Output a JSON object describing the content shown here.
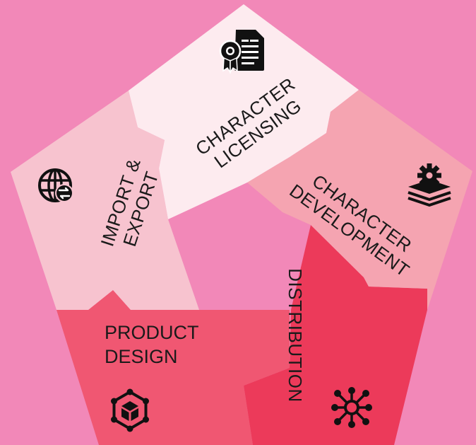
{
  "diagram": {
    "background": "#F288B8",
    "segments": [
      {
        "id": "licensing",
        "lines": [
          "CHARACTER",
          "LICENSING"
        ],
        "color": "#FDEBEF",
        "icon": "certificate-document-icon"
      },
      {
        "id": "development",
        "lines": [
          "CHARACTER",
          "DEVELOPMENT"
        ],
        "color": "#F5A4B1",
        "icon": "layers-gear-icon"
      },
      {
        "id": "distribution",
        "lines": [
          "DISTRIBUTION"
        ],
        "color": "#EC3A5A",
        "icon": "network-hub-icon"
      },
      {
        "id": "product",
        "lines": [
          "PRODUCT",
          "DESIGN"
        ],
        "color": "#F05772",
        "icon": "cube-frame-icon"
      },
      {
        "id": "import",
        "lines": [
          "IMPORT &",
          "EXPORT"
        ],
        "color": "#F7C3CF",
        "icon": "globe-arrows-icon"
      }
    ]
  }
}
